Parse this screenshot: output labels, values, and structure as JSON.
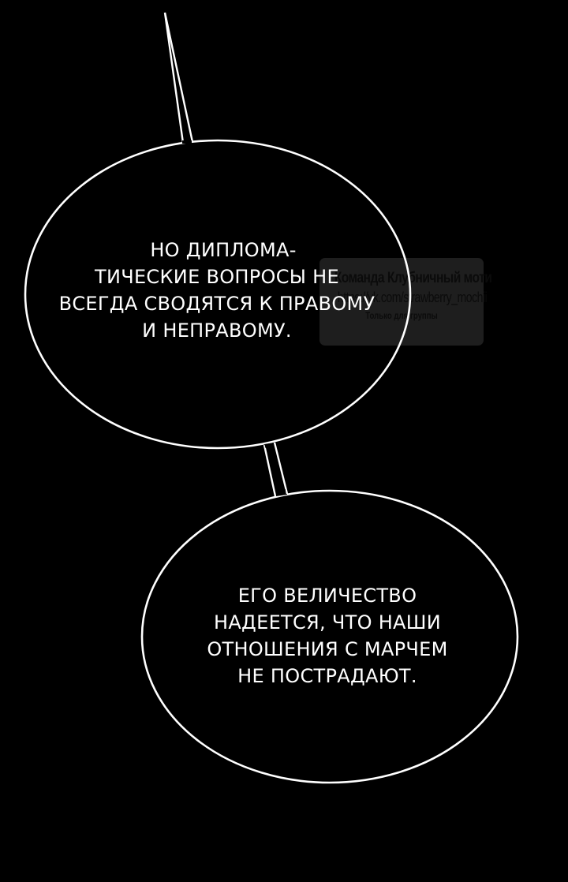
{
  "page": {
    "background_color": "#000000",
    "outline_color": "#ffffff"
  },
  "bubbles": [
    {
      "lines": [
        "Но диплома-",
        "тические вопросы не",
        "всегда сводятся к правому",
        "и неправому."
      ]
    },
    {
      "lines": [
        "Его величество",
        "надеется, что наши",
        "отношения с Марчем",
        "не пострадают."
      ]
    }
  ],
  "watermark": {
    "team": "Команда Клубничный моти",
    "url": "https://vk.com/strawberry_mochii",
    "note": "Только для группы",
    "box_color": "#1e1e1e"
  }
}
